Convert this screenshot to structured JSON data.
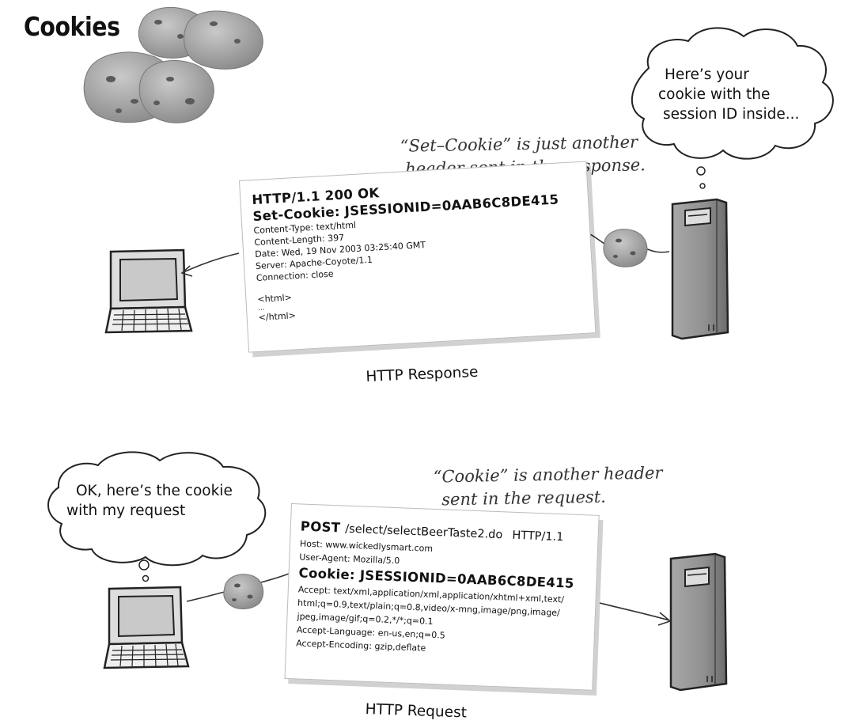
{
  "page": {
    "title": "Cookies"
  },
  "server_bubble": {
    "lines": [
      "Here’s your",
      "cookie with the",
      "session ID inside..."
    ]
  },
  "client_bubble": {
    "lines": [
      "OK, here’s the cookie",
      "with my request"
    ]
  },
  "response_note": {
    "lines": [
      "“Set–Cookie” is just another",
      "header sent in the response."
    ]
  },
  "request_note": {
    "lines": [
      "“Cookie” is another header",
      "sent in the request."
    ]
  },
  "response": {
    "caption": "HTTP Response",
    "status_line": "HTTP/1.1 200 OK",
    "set_cookie_line": "Set-Cookie: JSESSIONID=0AAB6C8DE415",
    "headers": [
      "Content-Type: text/html",
      "Content-Length: 397",
      "Date: Wed, 19 Nov 2003 03:25:40 GMT",
      "Server: Apache-Coyote/1.1",
      "Connection: close"
    ],
    "body_lines": [
      "<html>",
      "...",
      "</html>"
    ]
  },
  "request": {
    "caption": "HTTP Request",
    "method": "POST",
    "path": "/select/selectBeerTaste2.do",
    "protocol": "HTTP/1.1",
    "headers_before": [
      "Host: www.wickedlysmart.com",
      "User-Agent: Mozilla/5.0"
    ],
    "cookie_line": "Cookie: JSESSIONID=0AAB6C8DE415",
    "headers_after": [
      "Accept: text/xml,application/xml,application/xhtml+xml,text/",
      "html;q=0.9,text/plain;q=0.8,video/x-mng,image/png,image/",
      "jpeg,image/gif;q=0.2,*/*;q=0.1",
      "Accept-Language: en-us,en;q=0.5",
      "Accept-Encoding: gzip,deflate"
    ]
  },
  "icons": {
    "cookies": "cookie-pile-icon",
    "laptop": "laptop-computer-icon",
    "server": "server-tower-icon",
    "cookie": "cookie-icon"
  },
  "colors": {
    "cookie": "#9a9a9a",
    "cookie_dark": "#6e6e6e",
    "server": "#8f8f8f",
    "screen": "#c9c9c9"
  }
}
